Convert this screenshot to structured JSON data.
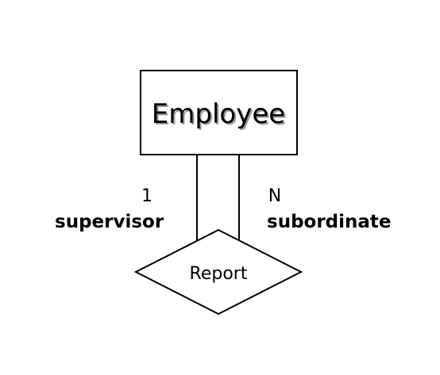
{
  "entity": {
    "name": "Employee"
  },
  "relationship": {
    "name": "Report"
  },
  "roles": {
    "left": {
      "cardinality": "1",
      "role": "supervisor"
    },
    "right": {
      "cardinality": "N",
      "role": "subordinate"
    }
  }
}
